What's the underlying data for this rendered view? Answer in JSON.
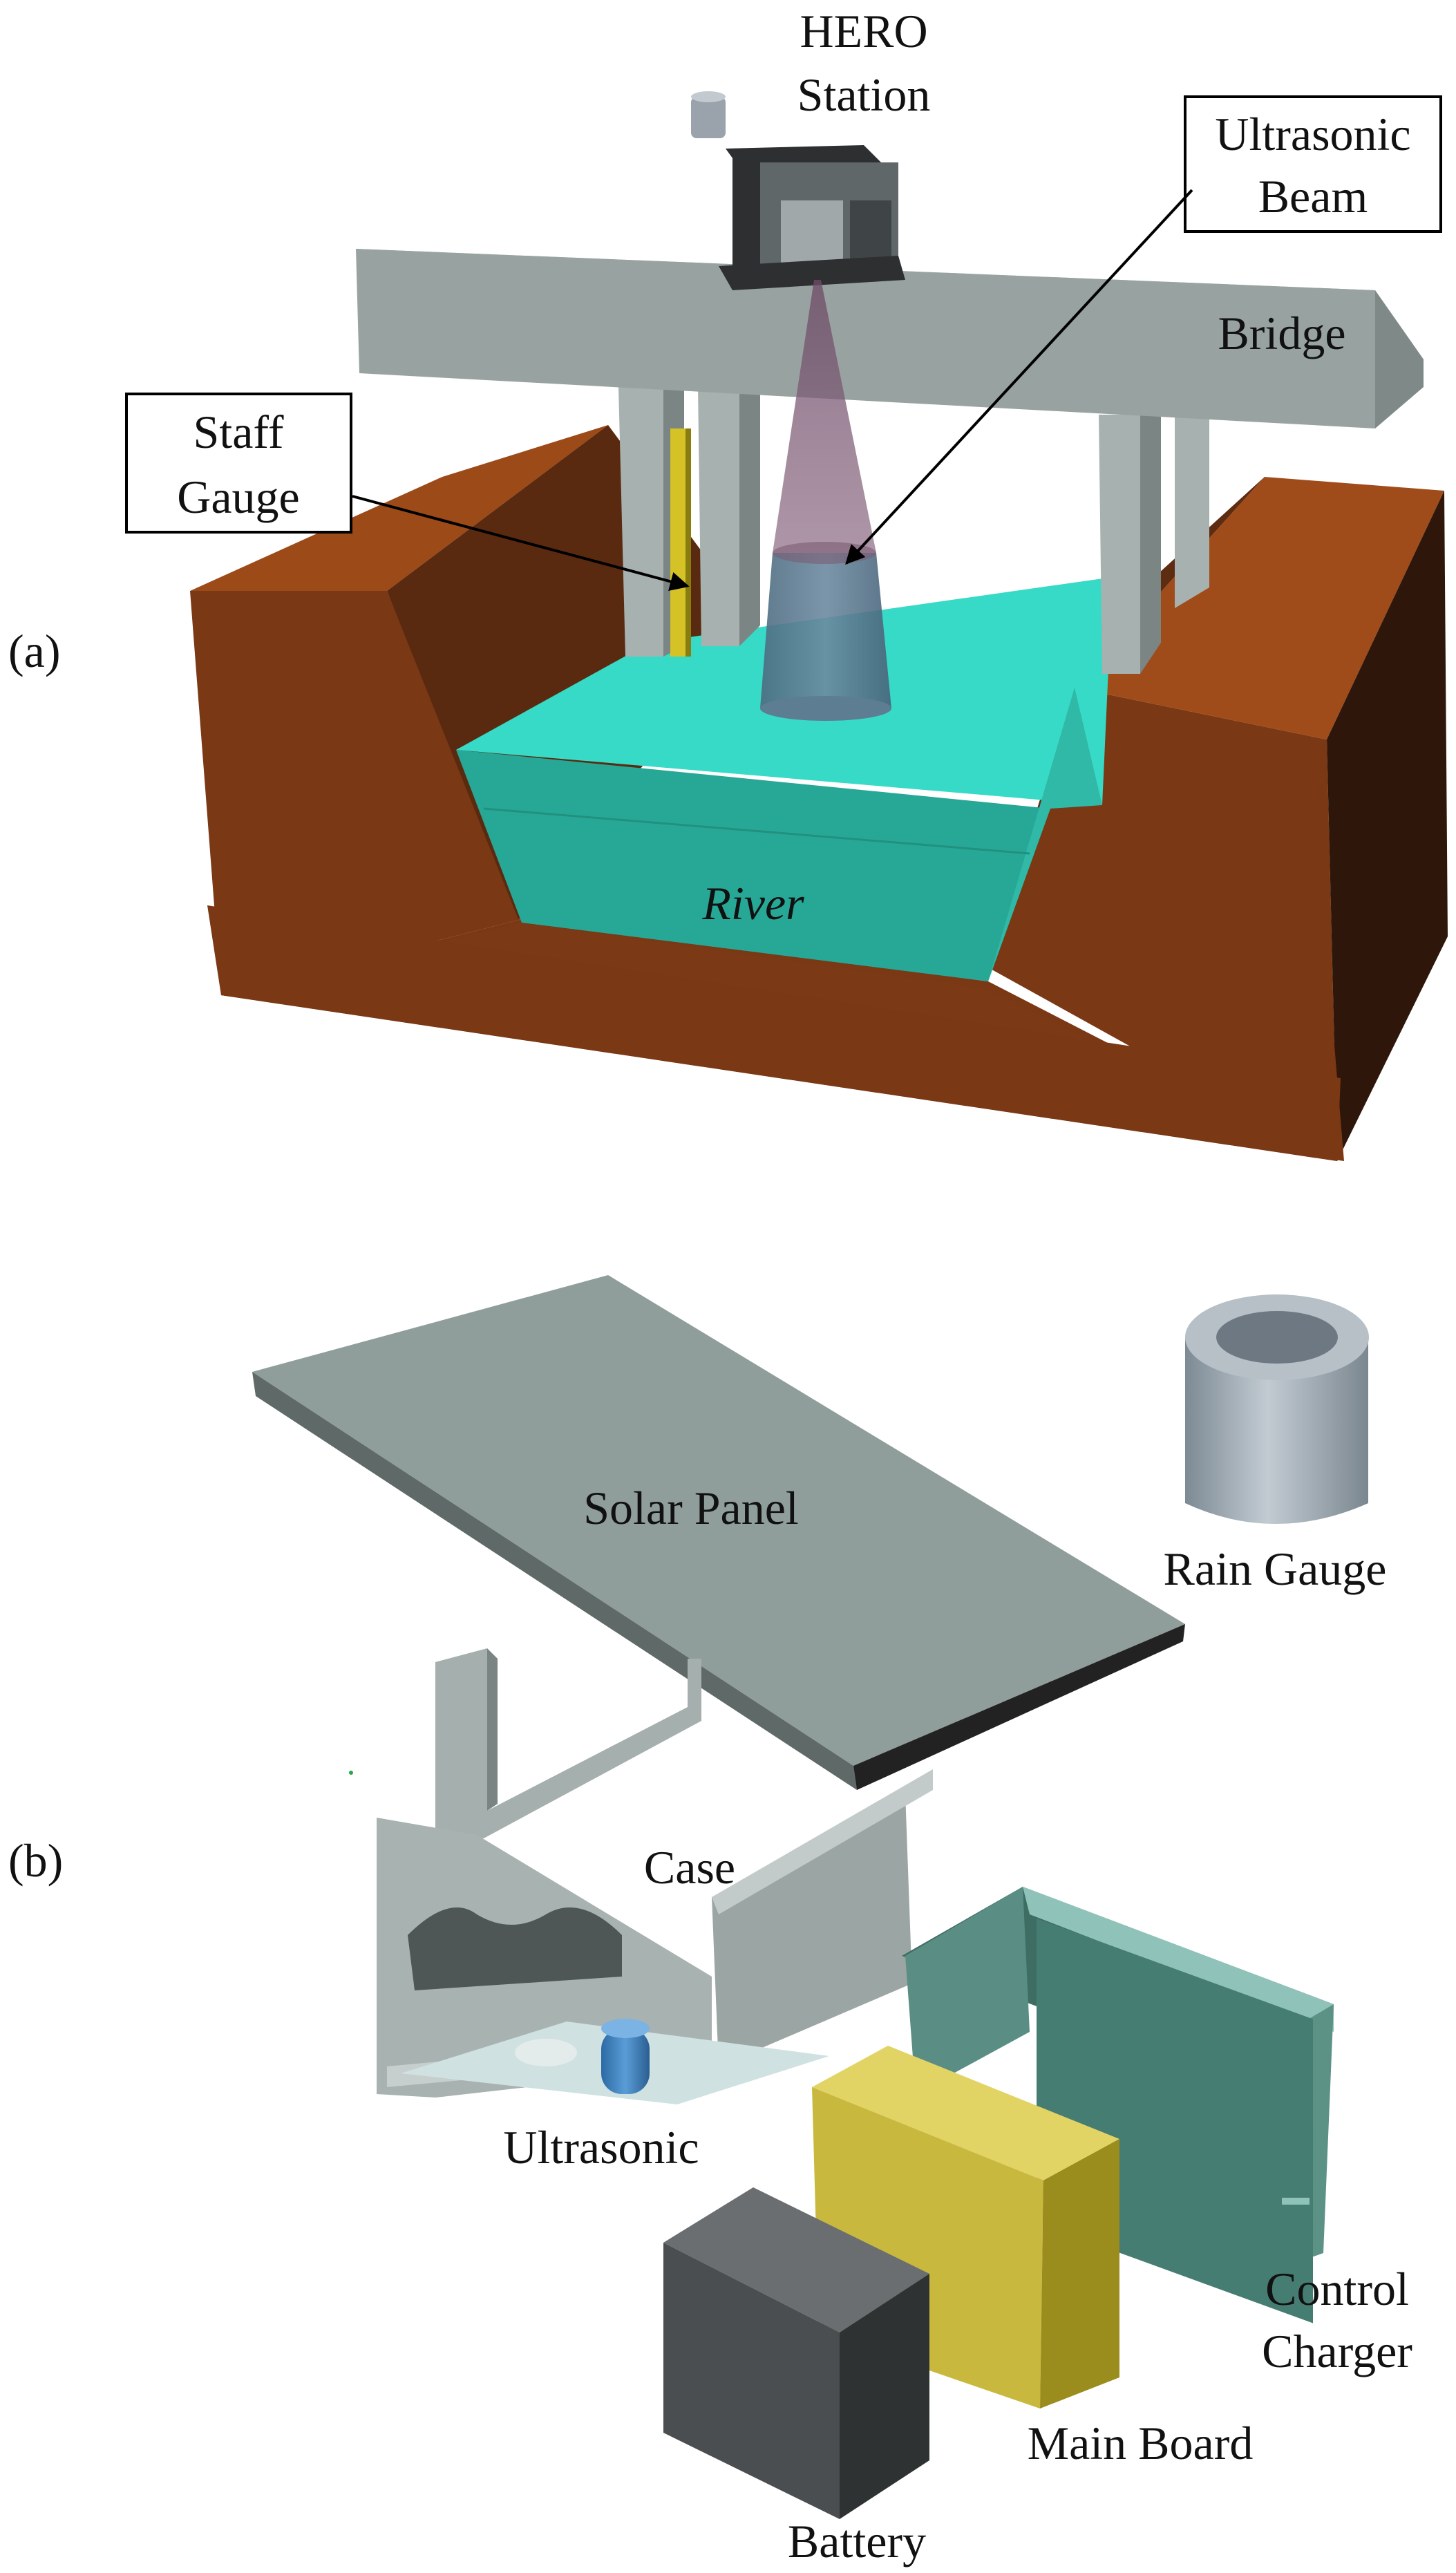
{
  "panel_a": {
    "tag": "(a)",
    "labels": {
      "hero_line1": "HERO",
      "hero_line2": "Station",
      "beam_line1": "Ultrasonic",
      "beam_line2": "Beam",
      "bridge": "Bridge",
      "staff_line1": "Staff",
      "staff_line2": "Gauge",
      "river": "River"
    }
  },
  "panel_b": {
    "tag": "(b)",
    "labels": {
      "solar_panel": "Solar Panel",
      "rain_gauge": "Rain Gauge",
      "case": "Case",
      "ultrasonic": "Ultrasonic",
      "control_line1": "Control",
      "control_line2": "Charger",
      "main_board": "Main Board",
      "battery": "Battery"
    }
  },
  "colors": {
    "soil": "#8c3f15",
    "water": "#3adcc8",
    "bridge": "#98a3a1",
    "beam": "#7c5c73",
    "staff_gauge": "#d4c226",
    "case": "#9aa4a2",
    "rain_gauge": "#8f9aa2",
    "ultrasonic_sensor": "#3f7fb8",
    "control_charger": "#467d72",
    "main_board": "#d2c449",
    "battery": "#45494b"
  }
}
